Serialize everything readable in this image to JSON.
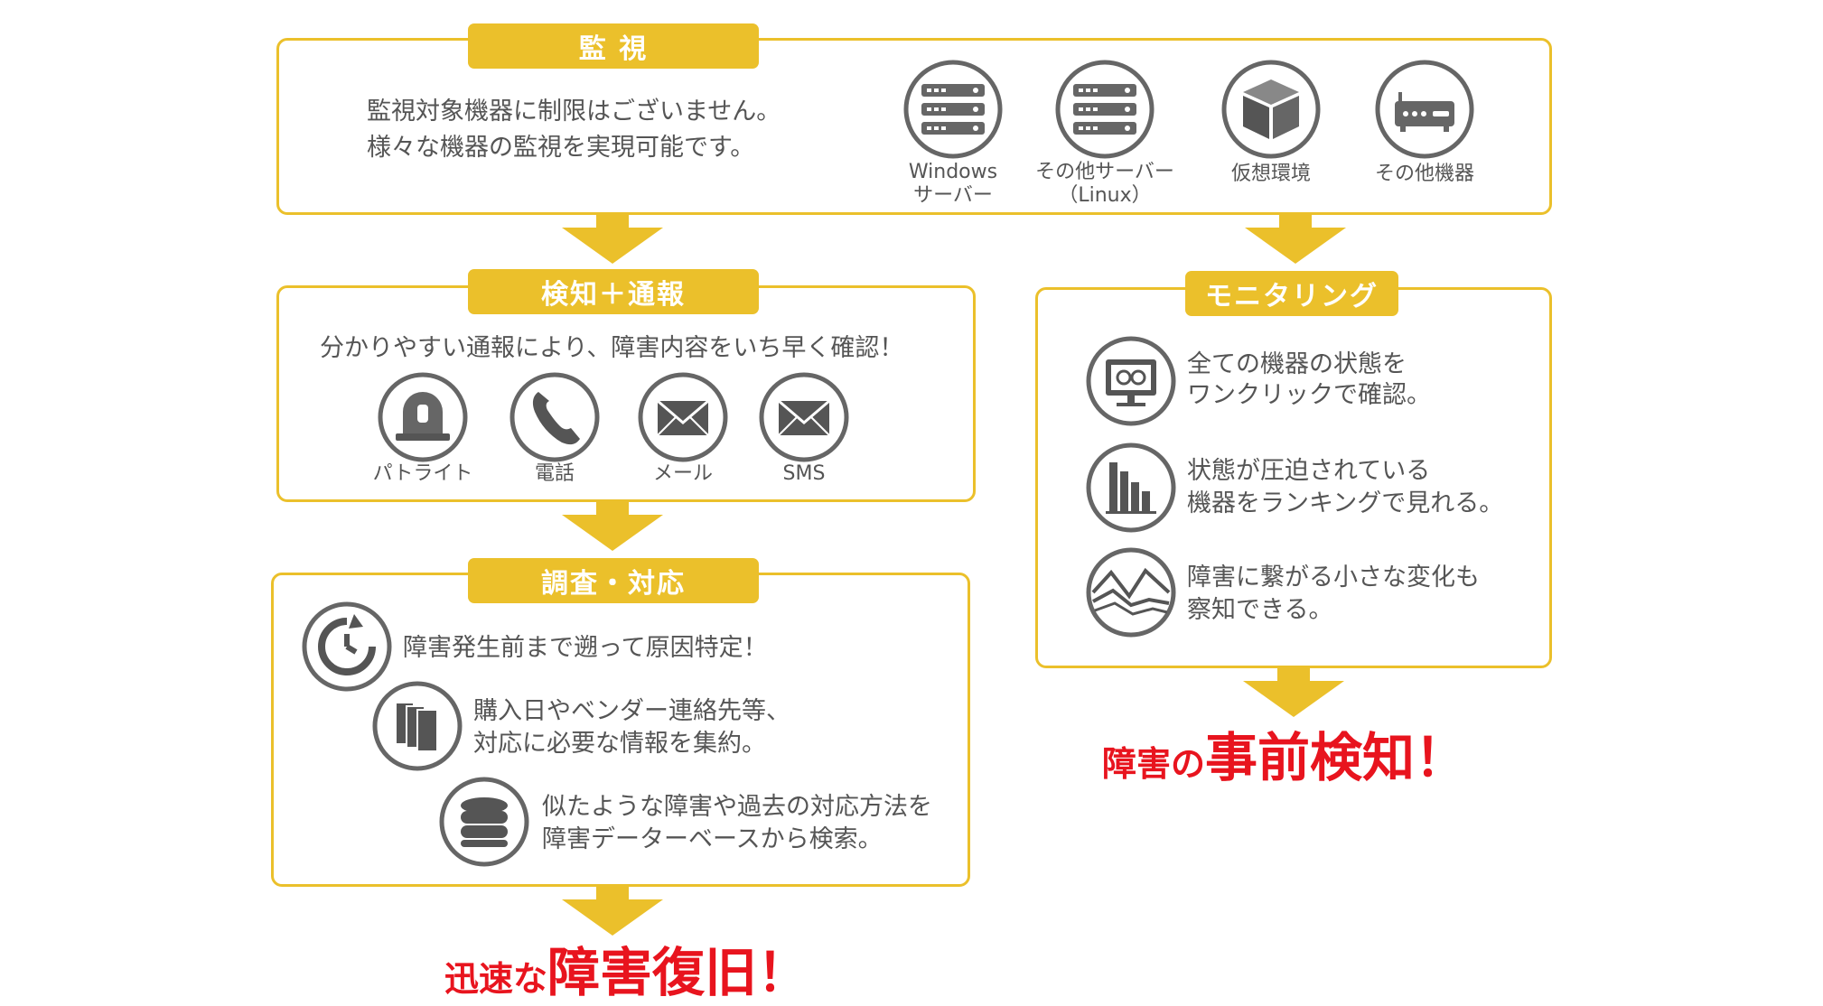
{
  "monitoring": {
    "title": "監 視",
    "line1": "監視対象機器に制限はございません。",
    "line2": "様々な機器の監視を実現可能です。",
    "icons": [
      {
        "name": "server-icon",
        "label1": "Windows",
        "label2": "サーバー"
      },
      {
        "name": "server-linux-icon",
        "label1": "その他サーバー",
        "label2": "（Linux）"
      },
      {
        "name": "virtual-box-icon",
        "label1": "仮想環境",
        "label2": ""
      },
      {
        "name": "router-icon",
        "label1": "その他機器",
        "label2": ""
      }
    ]
  },
  "detect": {
    "title": "検知＋通報",
    "line1": "分かりやすい通報により、障害内容をいち早く確認！",
    "icons": [
      {
        "name": "patrol-light-icon",
        "label": "パトライト"
      },
      {
        "name": "phone-icon",
        "label": "電話"
      },
      {
        "name": "mail-icon",
        "label": "メール"
      },
      {
        "name": "sms-icon",
        "label": "SMS",
        "badge": "SMS"
      }
    ]
  },
  "investigate": {
    "title": "調査・対応",
    "item1": "障害発生前まで遡って原因特定！",
    "item2_line1": "購入日やベンダー連絡先等、",
    "item2_line2": "対応に必要な情報を集約。",
    "item3_line1": "似たような障害や過去の対応方法を",
    "item3_line2": "障害データーベースから検索。"
  },
  "monitor_view": {
    "title": "モニタリング",
    "item1_line1": "全ての機器の状態を",
    "item1_line2": "ワンクリックで確認。",
    "item2_line1": "状態が圧迫されている",
    "item2_line2": "機器をランキングで見れる。",
    "item3_line1": "障害に繋がる小さな変化も",
    "item3_line2": "察知できる。"
  },
  "conclusions": {
    "left_small": "迅速な",
    "left_big": "障害復旧！",
    "right_small1": "障害の",
    "right_big": "事前検知！"
  },
  "colors": {
    "accent": "#ebc02b",
    "icon": "#666666",
    "alert": "#e8141e"
  }
}
